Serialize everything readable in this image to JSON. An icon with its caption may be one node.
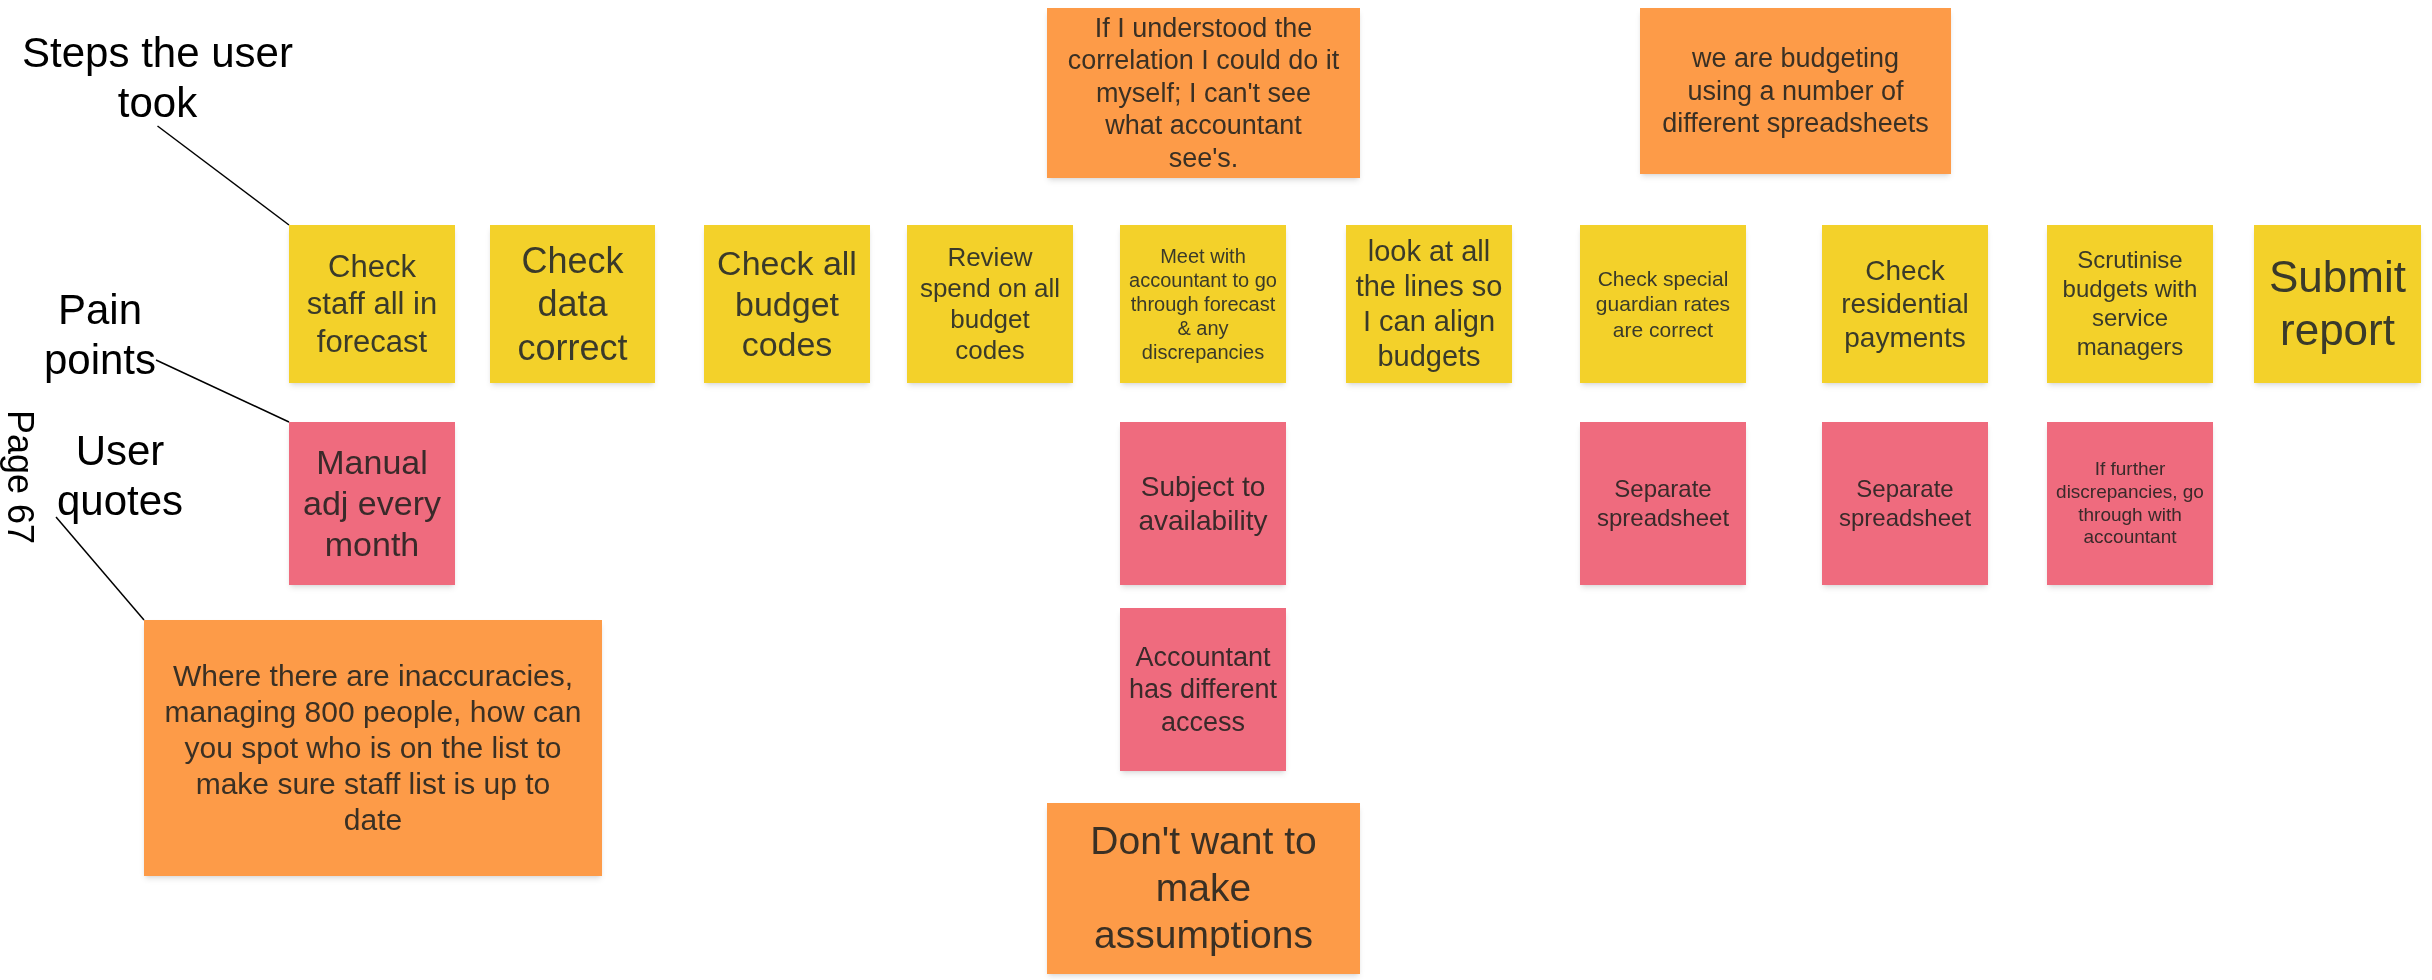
{
  "diagram": {
    "nodes": [
      {
        "text": [
          "Steps the user took"
        ]
      },
      {
        "text": [
          "If I understood the correlation I could do it myself; I can't see what accountant see's."
        ]
      },
      {
        "text": [
          "we are budgeting using a number of different spreadsheets"
        ]
      },
      {
        "text": [
          "Check staff all in forecast"
        ]
      },
      {
        "text": [
          "Check data correct"
        ]
      },
      {
        "text": [
          "Check all budget codes"
        ]
      },
      {
        "text": [
          "Review spend on all budget codes"
        ]
      },
      {
        "text": [
          "Meet with accountant to go through forecast & any discrepancies"
        ]
      },
      {
        "text": [
          "look at all the lines so I can align budgets"
        ]
      },
      {
        "text": [
          "Check special guardian rates are correct"
        ]
      },
      {
        "text": [
          "Check residential payments"
        ]
      },
      {
        "text": [
          "Scrutinise budgets with service managers"
        ]
      },
      {
        "text": [
          "Submit report"
        ]
      },
      {
        "text": [
          "Pain points"
        ]
      },
      {
        "text": [
          "Manual adj every month"
        ]
      },
      {
        "text": [
          "Subject to availability"
        ]
      },
      {
        "text": [
          "Separate spreadsheet"
        ]
      },
      {
        "text": [
          "Separate spreadsheet"
        ]
      },
      {
        "text": [
          "If further discrepancies, go through with accountant"
        ]
      },
      {
        "text": [
          "User quotes"
        ]
      },
      {
        "text": [
          "Accountant has different access"
        ]
      },
      {
        "text": [
          "Where there are inaccuracies, managing 800 people, how can you spot who is on the list to make sure staff list is up to date"
        ]
      },
      {
        "text": [
          "Don't want to make assumptions"
        ]
      }
    ],
    "edges": [
      {
        "from": 0,
        "to": 3,
        "arrow": "none"
      },
      {
        "from": 13,
        "to": 14,
        "arrow": "none"
      },
      {
        "from": 19,
        "to": 21,
        "arrow": "none"
      }
    ],
    "labels": [
      "Page 67"
    ]
  }
}
